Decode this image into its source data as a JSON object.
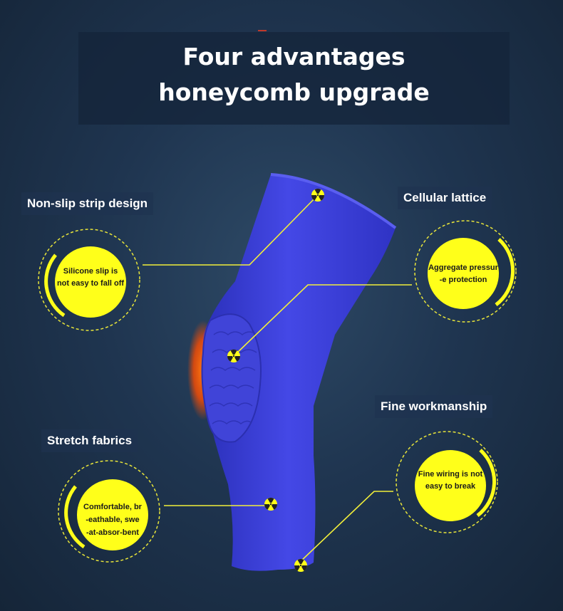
{
  "title": {
    "line1": "Four advantages",
    "line2": "honeycomb upgrade"
  },
  "features": [
    {
      "label": "Non-slip strip design",
      "desc_line1": "Silicone slip is",
      "desc_line2": "not easy to fall off"
    },
    {
      "label": "Cellular lattice",
      "desc_line1": "Aggregate pressur",
      "desc_line2": "-e protection"
    },
    {
      "label": "Fine workmanship",
      "desc_line1": "Fine wiring is not",
      "desc_line2": "easy to break"
    },
    {
      "label": "Stretch fabrics",
      "desc_line1": "Comfortable, br",
      "desc_line2": "-eathable, swe",
      "desc_line3": "-at-absor-bent"
    }
  ],
  "colors": {
    "background": "#1f3550",
    "sleeve": "#3a3fd8",
    "pad": "#4548e0",
    "circle": "#ffff1a",
    "leader": "#f2ef3a"
  },
  "icons": [
    "radiation-icon"
  ]
}
